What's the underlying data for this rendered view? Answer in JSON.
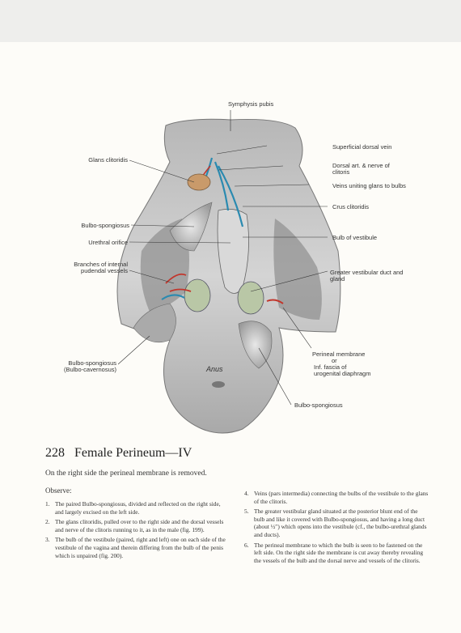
{
  "labels": {
    "symphysis_pubis": "Symphysis pubis",
    "superficial_dorsal_vein": "Superficial dorsal vein",
    "glans_clitoridis": "Glans clitoridis",
    "dorsal_art_line1": "Dorsal art. & nerve of",
    "dorsal_art_line2": "clitoris",
    "veins_uniting": "Veins uniting glans to bulbs",
    "crus_clitoridis": "Crus clitoridis",
    "bulbo_spongiosus_upper": "Bulbo-spongiosus",
    "bulb_of_vestibule": "Bulb of vestibule",
    "urethral_orifice": "Urethral orifice",
    "branches_line1": "Branches of internal",
    "branches_line2": "pudendal vessels",
    "greater_vestibular_line1": "Greater vestibular duct and",
    "greater_vestibular_line2": "gland",
    "bulbo_spongiosus_left_line1": "Bulbo-spongiosus",
    "bulbo_spongiosus_left_line2": "(Bulbo-cavernosus)",
    "perineal_membrane": "Perineal membrane",
    "or": "or",
    "inf_fascia_line1": "Inf. fascia of",
    "inf_fascia_line2": "urogenital diaphragm",
    "bulbo_spongiosus_lower": "Bulbo-spongiosus",
    "anus": "Anus"
  },
  "heading": {
    "number": "228",
    "title": "Female Perineum—IV"
  },
  "subtitle": "On the right side the perineal membrane is removed.",
  "observe_label": "Observe:",
  "left_items": [
    {
      "n": "1.",
      "text": "The paired Bulbo-spongiosus, divided and reflected on the right side, and largely excised on the left side."
    },
    {
      "n": "2.",
      "text": "The glans clitoridis, pulled over to the right side and the dorsal vessels and nerve of the clitoris running to it, as in the male (fig. 199)."
    },
    {
      "n": "3.",
      "text": "The bulb of the vestibule (paired, right and left) one on each side of the vestibule of the vagina and therein differing from the bulb of the penis which is unpaired (fig. 200)."
    }
  ],
  "right_items": [
    {
      "n": "4.",
      "text": "Veins (pars intermedia) connecting the bulbs of the vestibule to the glans of the clitoris."
    },
    {
      "n": "5.",
      "text": "The greater vestibular gland situated at the posterior blunt end of the bulb and like it covered with Bulbo-spongiosus, and having a long duct (about ½″) which opens into the vestibule (cf., the bulbo-urethral glands and ducts)."
    },
    {
      "n": "6.",
      "text": "The perineal membrane to which the bulb is seen to be fastened on the left side. On the right side the membrane is cut away thereby revealing the vessels of the bulb and the dorsal nerve and vessels of the clitoris."
    }
  ]
}
